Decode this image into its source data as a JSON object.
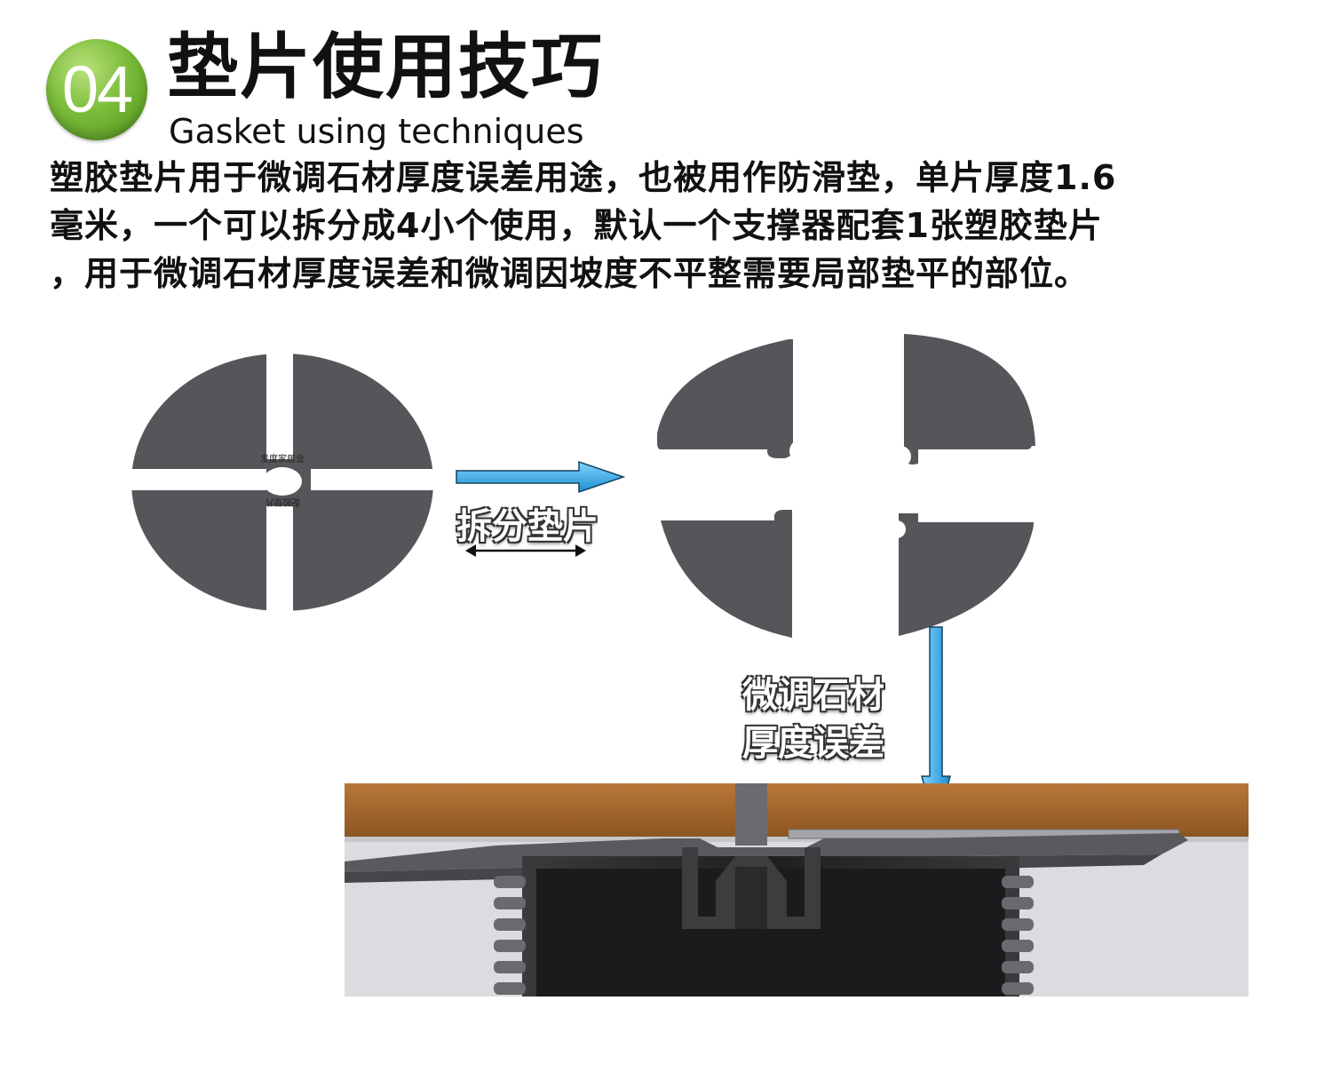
{
  "header": {
    "badge_number": "04",
    "title_zh": "垫片使用技巧",
    "title_en": "Gasket using techniques"
  },
  "description": {
    "line1": "塑胶垫片用于微调石材厚度误差用途，也被用作防滑垫，单片厚度1.6",
    "line2": "毫米，一个可以拆分成4小个使用，默认一个支撑器配套1张塑胶垫片",
    "line3": "，用于微调石材厚度误差和微调因坡度不平整需要局部垫平的部位。"
  },
  "diagram": {
    "split_caption": "拆分垫片",
    "adjust_caption_line1": "微调石材",
    "adjust_caption_line2": "厚度误差",
    "gasket_label_top": "发度家居业",
    "gasket_label_bottom": "配胶垫片",
    "colors": {
      "gasket": "#56565a",
      "arrow_blue": "#36a9e1",
      "wood": "#a9692a",
      "pedestal": "#2a2a2c",
      "background_gray": "#d9d9dd"
    }
  }
}
